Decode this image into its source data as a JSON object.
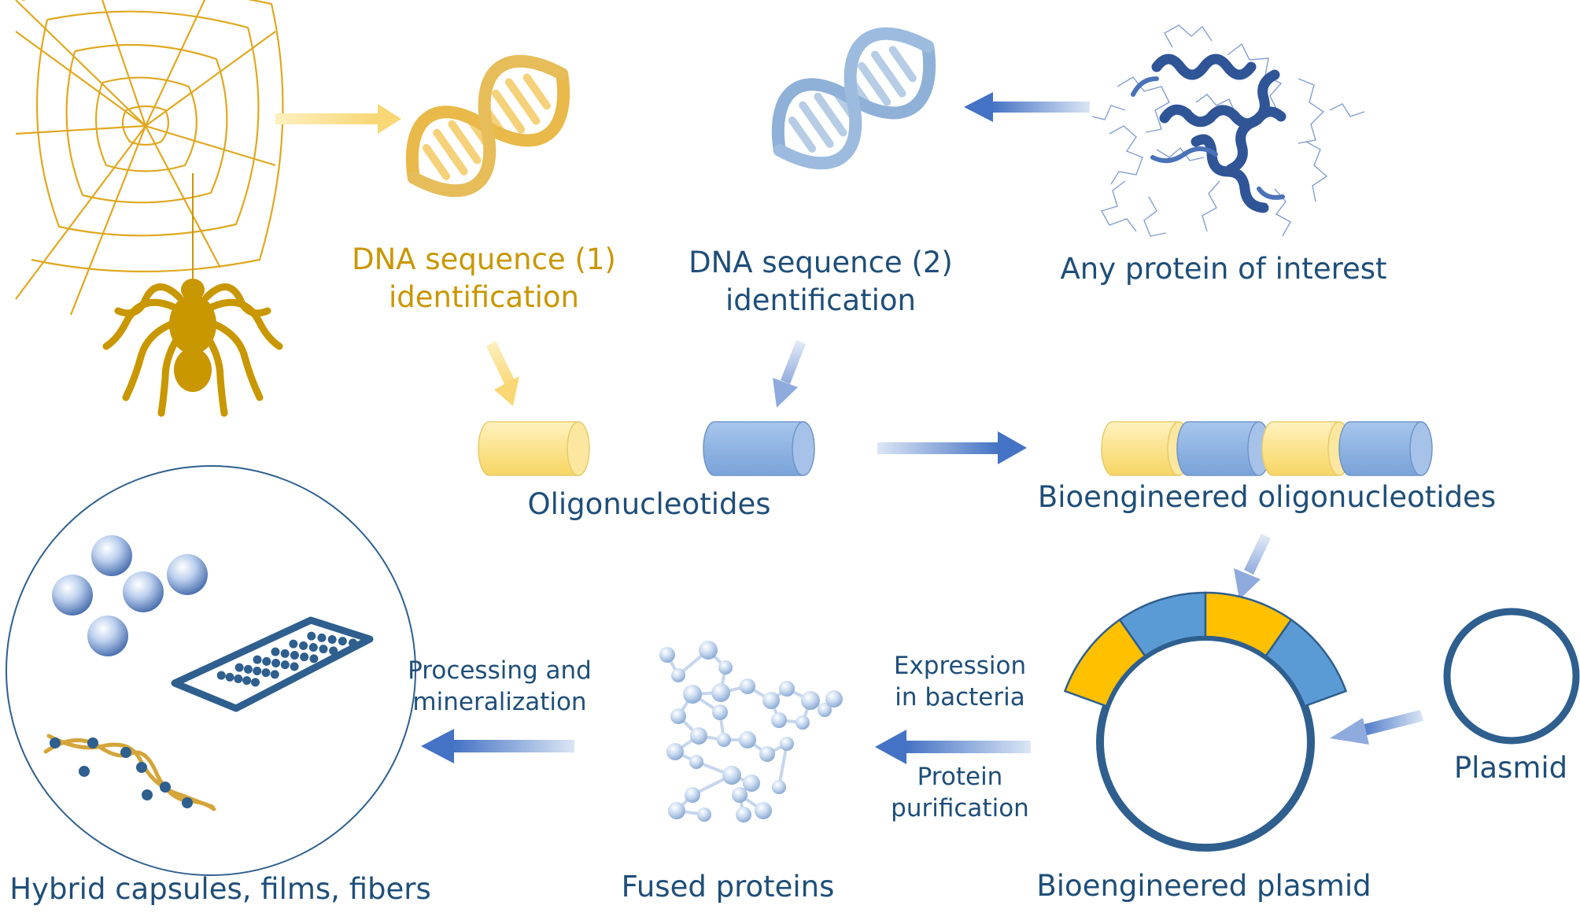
{
  "labels": {
    "dna_seq_1": [
      "DNA sequence (1)",
      "identification"
    ],
    "dna_seq_2": [
      "DNA sequence (2)",
      "identification"
    ],
    "protein": "Any protein of interest",
    "oligos": "Oligonucleotides",
    "bio_oligos": "Bioengineered oligonucleotides",
    "plasmid": "Plasmid",
    "bio_plasmid": "Bioengineered plasmid",
    "expression": [
      "Expression",
      "in bacteria"
    ],
    "purification": [
      "Protein",
      "purification"
    ],
    "fused": "Fused proteins",
    "processing": [
      "Processing and",
      "mineralization"
    ],
    "hybrid": "Hybrid capsules, films, fibers"
  },
  "colors": {
    "gold": "#c99700",
    "gold_light": "#f9e08a",
    "blue": "#1f4e79",
    "blue_mid": "#5b9bd5",
    "blue_light": "#9dc3e6",
    "yellow_seg": "#ffc000"
  },
  "icons": [
    "spider-web-icon",
    "spider-icon",
    "dna-helix-icon",
    "protein-structure-icon",
    "molecule-cluster-icon",
    "sphere-icon",
    "film-icon",
    "fiber-icon"
  ]
}
